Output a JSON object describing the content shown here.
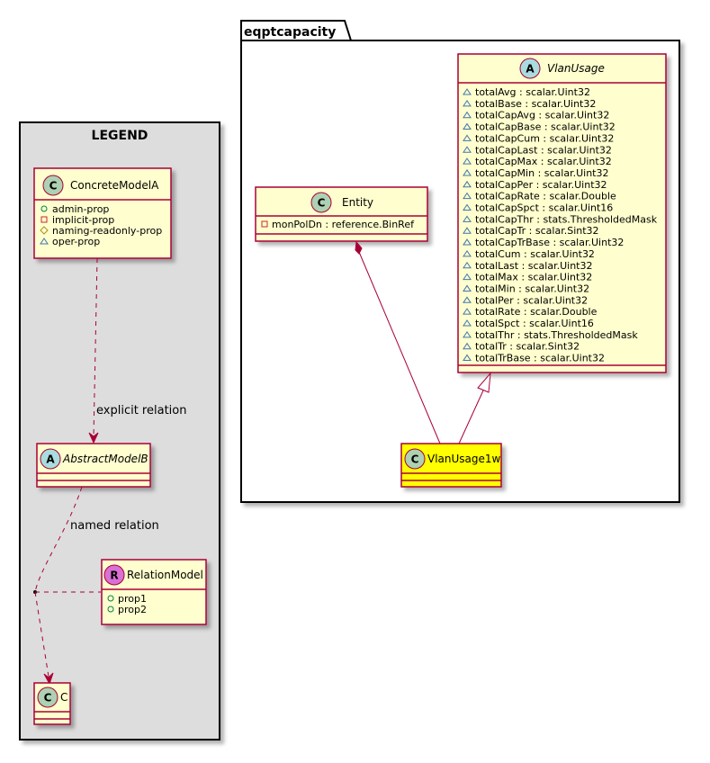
{
  "legend": {
    "title": "LEGEND",
    "concrete_model": {
      "badge": "C",
      "name": "ConcreteModelA",
      "attributes": [
        {
          "visibility": "public",
          "text": "admin-prop"
        },
        {
          "visibility": "private",
          "text": "implicit-prop"
        },
        {
          "visibility": "protected",
          "text": "naming-readonly-prop"
        },
        {
          "visibility": "package",
          "text": "oper-prop"
        }
      ]
    },
    "abstract_model": {
      "badge": "A",
      "name": "AbstractModelB"
    },
    "relation_model": {
      "badge": "R",
      "name": "RelationModel",
      "attributes": [
        {
          "visibility": "public",
          "text": "prop1"
        },
        {
          "visibility": "public",
          "text": "prop2"
        }
      ]
    },
    "c_class": {
      "badge": "C",
      "name": "C"
    },
    "explicit_relation_label": "explicit relation",
    "named_relation_label": "named relation"
  },
  "package": {
    "name": "eqptcapacity",
    "entity": {
      "badge": "C",
      "name": "Entity",
      "attributes": [
        {
          "visibility": "private",
          "text": "monPolDn : reference.BinRef"
        }
      ]
    },
    "vlan_usage": {
      "badge": "A",
      "name": "VlanUsage",
      "attributes": [
        "totalAvg : scalar.Uint32",
        "totalBase : scalar.Uint32",
        "totalCapAvg : scalar.Uint32",
        "totalCapBase : scalar.Uint32",
        "totalCapCum : scalar.Uint32",
        "totalCapLast : scalar.Uint32",
        "totalCapMax : scalar.Uint32",
        "totalCapMin : scalar.Uint32",
        "totalCapPer : scalar.Uint32",
        "totalCapRate : scalar.Double",
        "totalCapSpct : scalar.Uint16",
        "totalCapThr : stats.ThresholdedMask",
        "totalCapTr : scalar.Sint32",
        "totalCapTrBase : scalar.Uint32",
        "totalCum : scalar.Uint32",
        "totalLast : scalar.Uint32",
        "totalMax : scalar.Uint32",
        "totalMin : scalar.Uint32",
        "totalPer : scalar.Uint32",
        "totalRate : scalar.Double",
        "totalSpct : scalar.Uint16",
        "totalThr : stats.ThresholdedMask",
        "totalTr : scalar.Sint32",
        "totalTrBase : scalar.Uint32"
      ]
    },
    "vlan_usage_1w": {
      "badge": "C",
      "name": "VlanUsage1w"
    }
  },
  "colors": {
    "class_fill": "#FEFECE",
    "class_border": "#A80036",
    "highlight_fill": "#FFFF00",
    "legend_fill": "#DDDDDD",
    "badge_class": "#ADD1B2",
    "badge_abstract": "#A9DCDF",
    "badge_relation": "#DA70D6",
    "edge": "#A80036"
  }
}
